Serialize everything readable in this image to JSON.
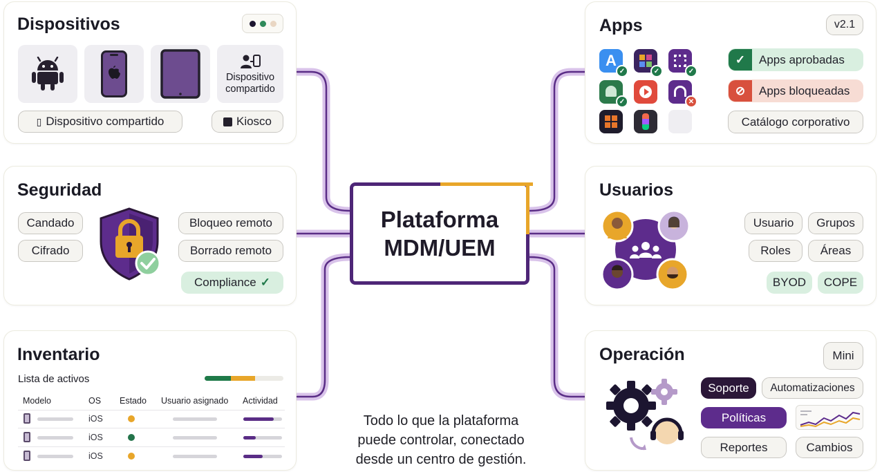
{
  "center": {
    "line1": "Plataforma",
    "line2": "MDM/UEM"
  },
  "tagline": [
    "Todo lo que la plataforma",
    "puede controlar, conectado",
    "desde un centro de gestión."
  ],
  "dispositivos": {
    "title": "Dispositivos",
    "shared_tile_label": [
      "Dispositivo",
      "compartido"
    ],
    "pills": [
      "Dispositivo compartido",
      "Kiosco"
    ],
    "dots_colors": [
      "#1c1530",
      "#2f8a5b",
      "#e9d6c3"
    ]
  },
  "seguridad": {
    "title": "Seguridad",
    "left_pills": [
      "Candado",
      "Cifrado"
    ],
    "right_pills": [
      "Bloqueo remoto",
      "Borrado remoto"
    ],
    "compliance": "Compliance"
  },
  "inventario": {
    "title": "Inventario",
    "subtitle": "Lista de activos",
    "headers": [
      "Modelo",
      "OS",
      "Estado",
      "Usuario asignado",
      "Actividad"
    ],
    "rows": [
      {
        "os": "iOS",
        "status_color": "#e8a62a",
        "activity": 0.8
      },
      {
        "os": "iOS",
        "status_color": "#23734a",
        "activity": 0.33
      },
      {
        "os": "iOS",
        "status_color": "#e8a62a",
        "activity": 0.5
      }
    ]
  },
  "apps": {
    "title": "Apps",
    "version": "v2.1",
    "pills": [
      "Apps aprobadas",
      "Apps bloqueadas",
      "Catálogo corporativo"
    ]
  },
  "usuarios": {
    "title": "Usuarios",
    "pills": [
      "Usuario",
      "Grupos",
      "Roles",
      "Áreas"
    ],
    "tags": [
      "BYOD",
      "COPE"
    ]
  },
  "operacion": {
    "title": "Operación",
    "mini": "Mini",
    "pills": [
      "Soporte",
      "Automatizaciones",
      "Políticas",
      "Reportes",
      "Cambios"
    ]
  },
  "colors": {
    "purple": "#5d2c8c",
    "dark_purple": "#2b1738",
    "orange": "#e8a62a",
    "green": "#20794a",
    "connector": "#5a2d86"
  }
}
